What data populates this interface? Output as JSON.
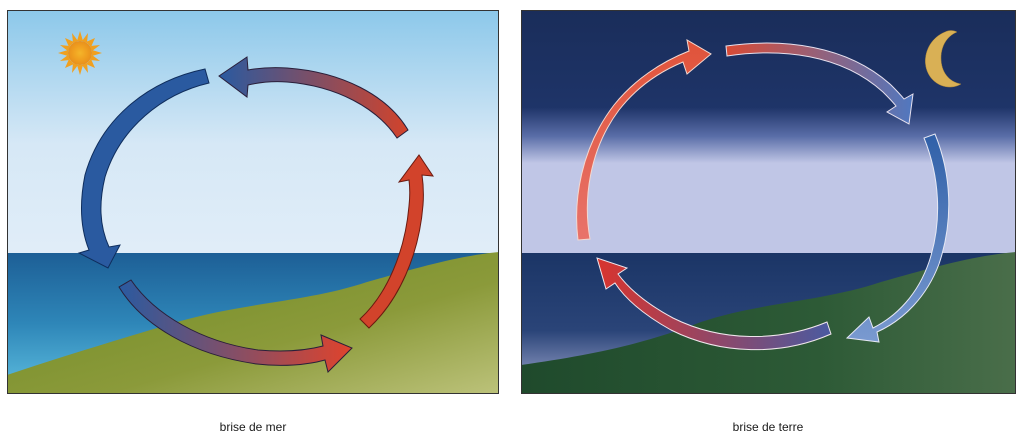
{
  "sea_breeze": {
    "caption": "brise de mer",
    "scene": "day",
    "icon": "sun-icon",
    "colors": {
      "sky_top": "#87c6e8",
      "sky_bottom": "#e8f2fb",
      "sea": "#1f6fa3",
      "land": "#7c8f2e",
      "warm": "#d64a2c",
      "cool": "#2a5aa0"
    }
  },
  "land_breeze": {
    "caption": "brise de terre",
    "scene": "night",
    "icon": "moon-icon",
    "colors": {
      "sky_top": "#1a2e5a",
      "sky_bottom": "#aab3d8",
      "sea": "#1d3a6e",
      "land": "#2c5a34",
      "warm": "#e0533a",
      "cool": "#5a86c8"
    }
  }
}
